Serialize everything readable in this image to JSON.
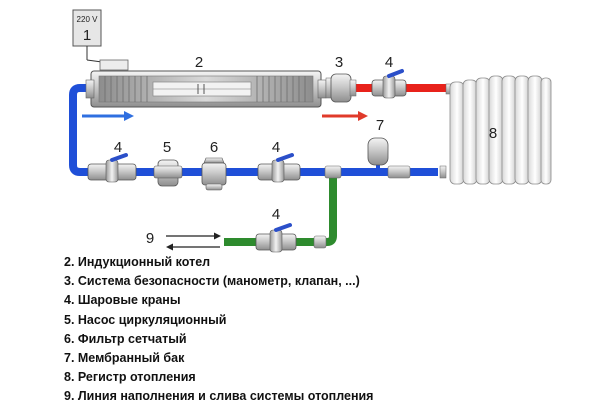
{
  "power_box": {
    "voltage": "220 V",
    "number": "1"
  },
  "labels": {
    "boiler": "2",
    "safety": "3",
    "valve_top": "4",
    "valve_left": "4",
    "pump": "5",
    "filter": "6",
    "valve_mid": "4",
    "tank": "7",
    "radiator": "8",
    "fill_line": "9",
    "valve_fill": "4"
  },
  "colors": {
    "hot_pipe": "#e8221b",
    "cold_pipe": "#1f4fd8",
    "fill_pipe": "#2e8b2e",
    "flow_arrow_blue": "#2f6fe0",
    "flow_arrow_red": "#e03a2a",
    "valve_handle": "#2b4fc9"
  },
  "legend": [
    "2. Индукционный котел",
    "3. Система безопасности (манометр, клапан, ...)",
    "4. Шаровые краны",
    "5. Насос циркуляционный",
    "6. Фильтр сетчатый",
    "7. Мембранный бак",
    "8. Регистр отопления",
    "9. Линия наполнения и слива системы отопления"
  ]
}
